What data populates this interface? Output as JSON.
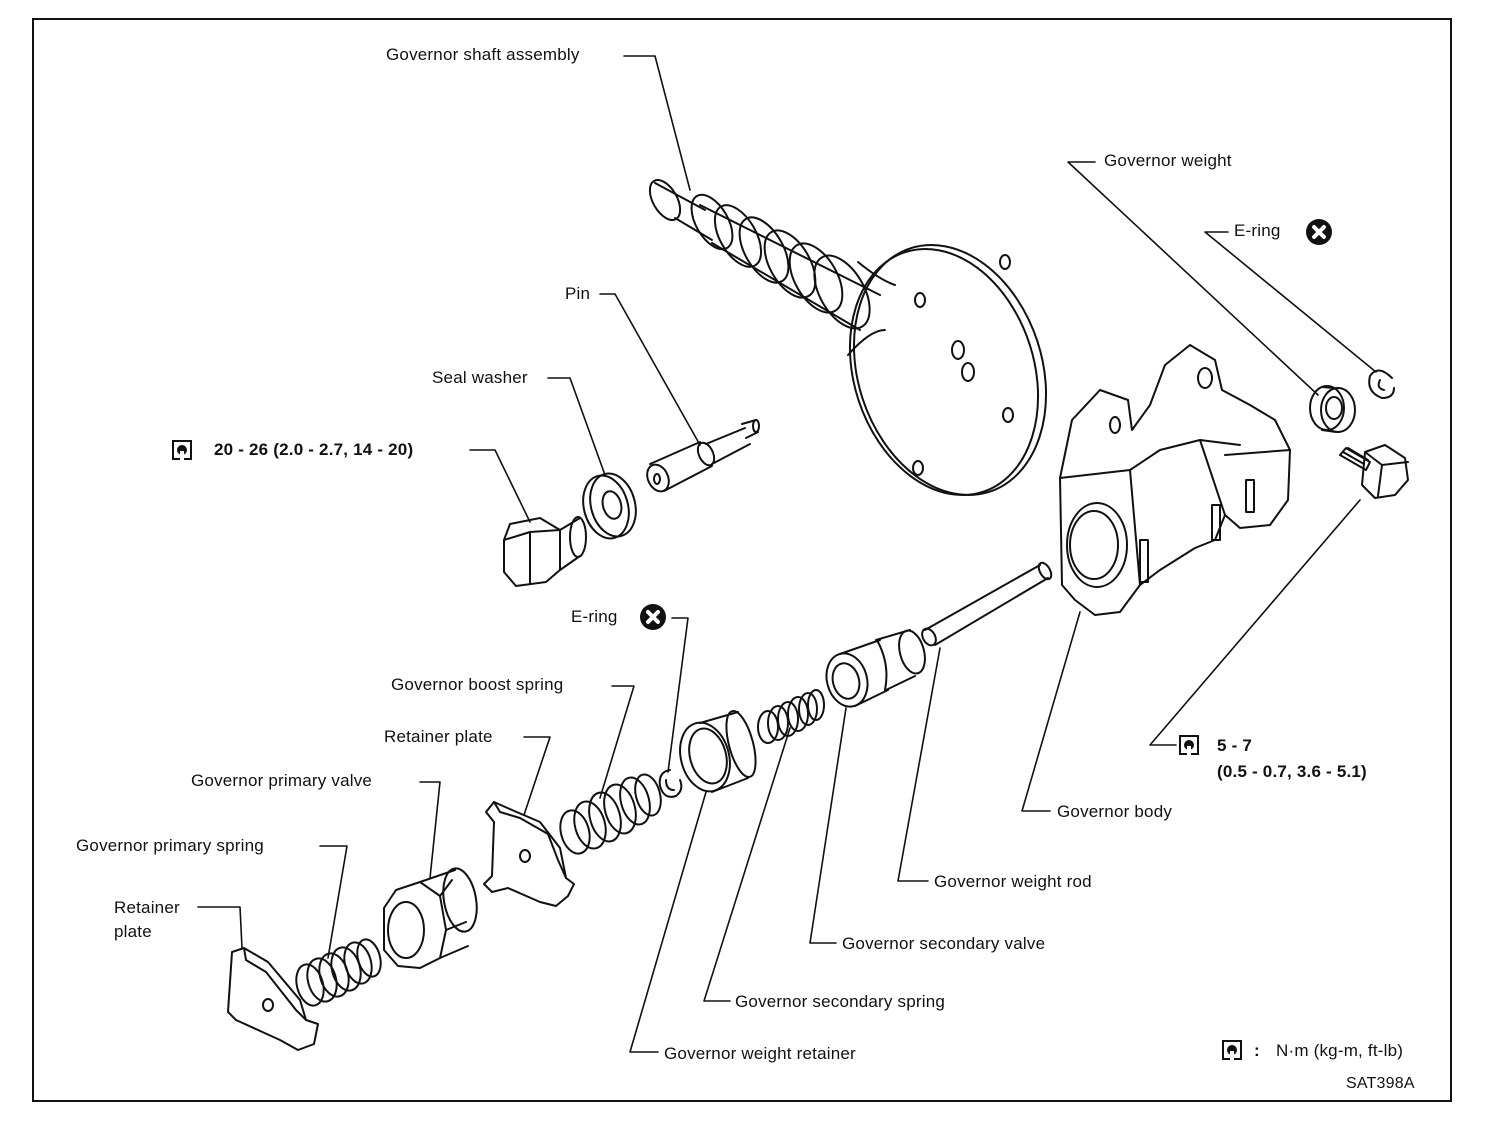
{
  "diagram": {
    "labels": {
      "governor_shaft_assembly": "Governor shaft assembly",
      "governor_weight": "Governor weight",
      "e_ring_top": "E-ring",
      "pin": "Pin",
      "seal_washer": "Seal washer",
      "torque_plug": "20 - 26 (2.0 - 2.7, 14 - 20)",
      "e_ring_mid": "E-ring",
      "governor_boost_spring": "Governor boost spring",
      "retainer_plate_upper": "Retainer plate",
      "governor_primary_valve": "Governor primary valve",
      "governor_primary_spring": "Governor primary spring",
      "retainer_plate_lower_1": "Retainer",
      "retainer_plate_lower_2": "plate",
      "torque_bolt_1": "5 - 7",
      "torque_bolt_2": "(0.5 - 0.7, 3.6 - 5.1)",
      "governor_body": "Governor body",
      "governor_weight_rod": "Governor weight rod",
      "governor_secondary_valve": "Governor secondary valve",
      "governor_secondary_spring": "Governor secondary spring",
      "governor_weight_retainer": "Governor weight retainer"
    },
    "legend": {
      "separator": ":",
      "units": "N·m (kg-m, ft-lb)"
    },
    "figure_code": "SAT398A"
  },
  "icons": {
    "torque": "wrench-torque-icon",
    "replace": "always-replace-icon"
  }
}
